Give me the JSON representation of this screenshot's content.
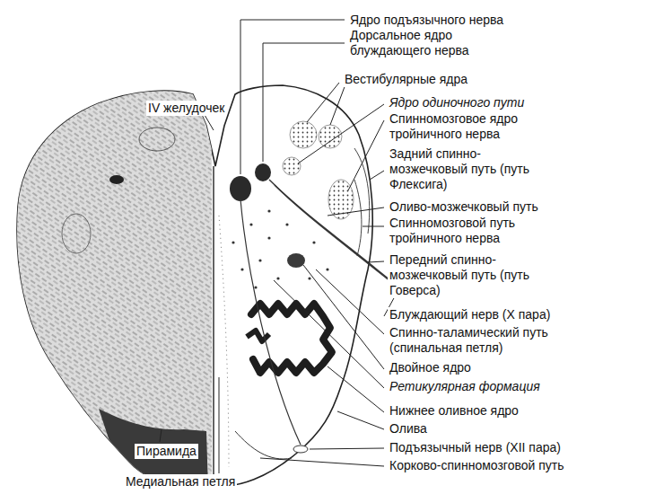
{
  "diagram": {
    "labels": [
      "Ядро подъязычного нерва",
      "Дорсальное ядро блуждающего нерва",
      "Вестибулярные ядра",
      "IV желудочек",
      "Ядро одиночного пути",
      "Спинномозговое ядро тройничного нерва",
      "Задний спинно-мозжечковый путь (путь Флексига)",
      "Оливо-мозжечковый путь",
      "Спинномозговой путь тройничного нерва",
      "Передний спинно-мозжечковый путь (путь Говерса)",
      "Блуждающий нерв (X пара)",
      "Спинно-таламический путь (спинальная петля)",
      "Двойное ядро",
      "Ретикулярная формация",
      "Нижнее оливное ядро",
      "Олива",
      "Подъязычный нерв (XII пара)",
      "Корково-спинномозговой путь",
      "Пирамида",
      "Медиальная петля"
    ]
  }
}
